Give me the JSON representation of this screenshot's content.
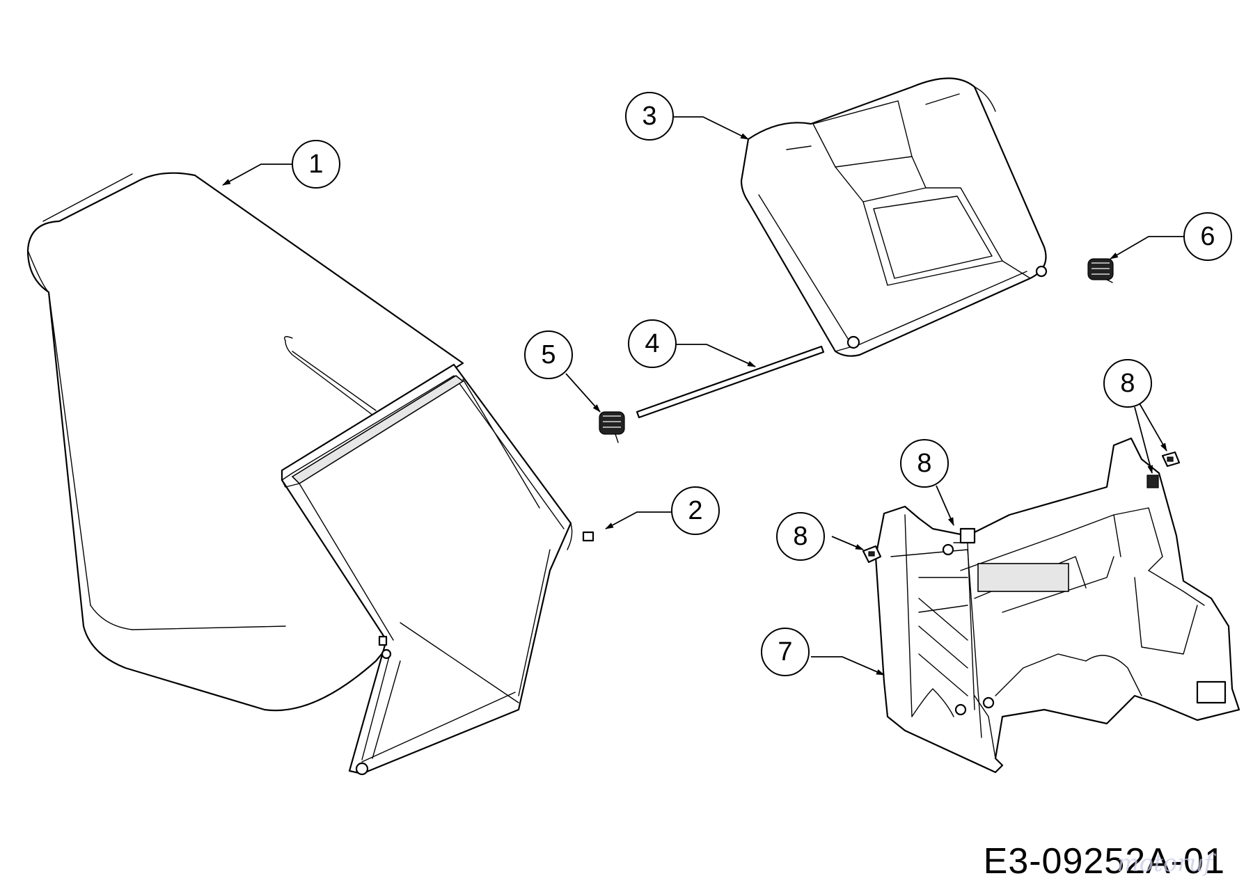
{
  "callouts": [
    {
      "id": "1",
      "part": "grass-catcher-bag"
    },
    {
      "id": "2",
      "part": "catcher-frame"
    },
    {
      "id": "3",
      "part": "rear-flap-cover"
    },
    {
      "id": "4",
      "part": "hinge-rod"
    },
    {
      "id": "5",
      "part": "torsion-spring-left"
    },
    {
      "id": "6",
      "part": "torsion-spring-right"
    },
    {
      "id": "7",
      "part": "rear-housing"
    },
    {
      "id": "8a",
      "label": "8",
      "part": "clip-nut"
    },
    {
      "id": "8b",
      "label": "8",
      "part": "clip-nut"
    },
    {
      "id": "8c",
      "label": "8",
      "part": "clip-nut"
    }
  ],
  "drawing_code": "E3-09252A-01",
  "watermark": "motoruf",
  "colors": {
    "line": "#000000",
    "background": "#ffffff"
  }
}
